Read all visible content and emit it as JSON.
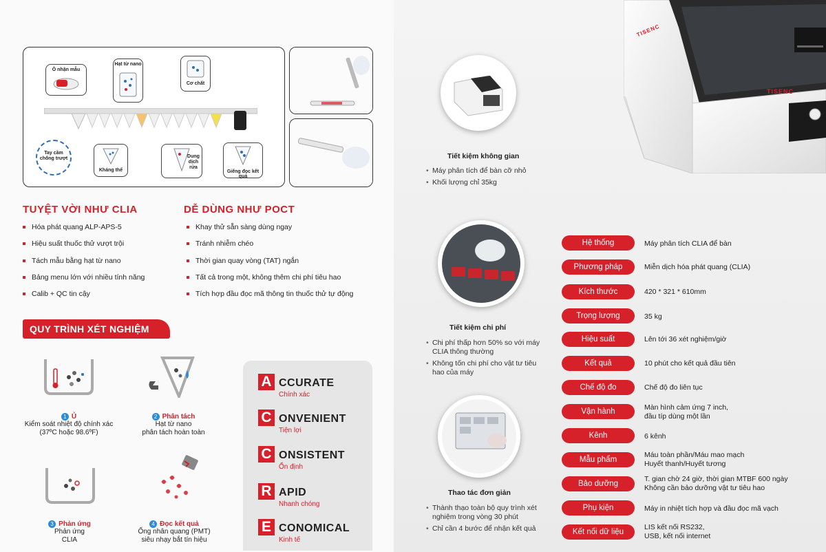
{
  "kit": {
    "callouts": {
      "sample_well": "Ô nhận mẫu",
      "nano_beads": "Hạt từ nano",
      "substrate": "Cơ chất",
      "anti_slip_handle": "Tay cầm chống trượt",
      "antibody": "Kháng thể",
      "diluent": "Dung dịch rửa",
      "result_well": "Giếng đọc kết quả"
    }
  },
  "clia": {
    "title": "TUYỆT VỜI NHƯ CLIA",
    "items": [
      "Hóa phát quang ALP-APS-5",
      "Hiệu suất thuốc thử vượt trội",
      "Tách mẫu bằng hạt từ nano",
      "Bảng menu lớn với nhiều tính năng",
      "Calib + QC tin cậy"
    ]
  },
  "poct": {
    "title": "DỄ DÙNG NHƯ POCT",
    "items": [
      "Khay thử sẵn sàng dùng ngay",
      "Tránh nhiễm chéo",
      "Thời gian quay vòng (TAT) ngắn",
      "Tất cả trong một, không thêm chi phí tiêu hao",
      "Tích hợp đầu đọc mã thông tin thuốc thử tự động"
    ]
  },
  "process": {
    "title": "QUY TRÌNH XÉT NGHIỆM",
    "steps": [
      {
        "num": "1",
        "title": "Ủ",
        "desc1": "Kiểm soát nhiệt độ chính xác",
        "desc2": "(37ºC hoặc 98.6ºF)"
      },
      {
        "num": "2",
        "title": "Phân tách",
        "desc1": "Hạt từ nano",
        "desc2": "phân tách hoàn toàn"
      },
      {
        "num": "3",
        "title": "Phản ứng",
        "desc1": "Phản ứng",
        "desc2": "CLIA"
      },
      {
        "num": "4",
        "title": "Đọc kết quả",
        "desc1": "Ống nhân quang (PMT)",
        "desc2": "siêu nhạy bắt tín hiệu"
      }
    ]
  },
  "acronym": [
    {
      "letter": "A",
      "word": "CCURATE",
      "sub": "Chính xác"
    },
    {
      "letter": "C",
      "word": "ONVENIENT",
      "sub": "Tiện lợi"
    },
    {
      "letter": "C",
      "word": "ONSISTENT",
      "sub": "Ổn định"
    },
    {
      "letter": "R",
      "word": "APID",
      "sub": "Nhanh chóng"
    },
    {
      "letter": "E",
      "word": "CONOMICAL",
      "sub": "Kinh tế"
    }
  ],
  "features": [
    {
      "title": "Tiết kiệm không gian",
      "items": [
        "Máy phân tích để bàn cỡ nhỏ",
        "Khối lượng chỉ 35kg"
      ]
    },
    {
      "title": "Tiết kiệm chi phí",
      "items": [
        "Chi phí thấp hơn 50% so với máy CLIA thông thường",
        "Không tốn chi phí cho vật tư tiêu hao của máy"
      ]
    },
    {
      "title": "Thao tác đơn giản",
      "items": [
        "Thành thạo toàn bộ quy trình xét nghiệm trong vòng 30 phút",
        "Chỉ cần 4 bước để nhận kết quả"
      ]
    }
  ],
  "brand": "TISENC",
  "specs": [
    {
      "label": "Hệ thống",
      "value": "Máy phân tích CLIA để bàn",
      "value2": ""
    },
    {
      "label": "Phương pháp",
      "value": "Miễn dịch hóa phát quang (CLIA)",
      "value2": ""
    },
    {
      "label": "Kích thước",
      "value": "420 * 321 * 610mm",
      "value2": ""
    },
    {
      "label": "Trọng lượng",
      "value": "35 kg",
      "value2": ""
    },
    {
      "label": "Hiệu suất",
      "value": "Lên tới 36 xét nghiệm/giờ",
      "value2": ""
    },
    {
      "label": "Kết quả",
      "value": "10 phút cho kết quả đầu tiên",
      "value2": ""
    },
    {
      "label": "Chế độ đo",
      "value": "Chế độ đo liên tục",
      "value2": ""
    },
    {
      "label": "Vận hành",
      "value": "Màn hình cảm ứng 7 inch,",
      "value2": "đầu típ dùng một lần"
    },
    {
      "label": "Kênh",
      "value": "6 kênh",
      "value2": ""
    },
    {
      "label": "Mẫu phẩm",
      "value": "Máu toàn phần/Máu mao mạch",
      "value2": "Huyết thanh/Huyết tương"
    },
    {
      "label": "Bảo dưỡng",
      "value": "T. gian chờ 24 giờ, thời gian MTBF 600 ngày",
      "value2": "Không cần bảo dưỡng vật tư tiêu hao"
    },
    {
      "label": "Phụ kiện",
      "value": "Máy in nhiệt tích hợp và đầu đọc mã vạch",
      "value2": ""
    },
    {
      "label": "Kết nối dữ liệu",
      "value": "LIS kết nối RS232,",
      "value2": "USB, kết nối internet"
    }
  ],
  "colors": {
    "accent": "#d6202a",
    "step_num": "#2e8bd8"
  }
}
